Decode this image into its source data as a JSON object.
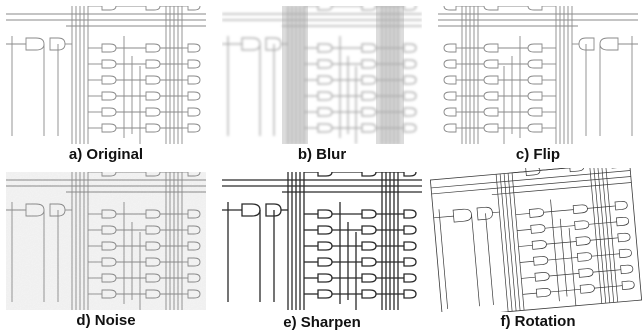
{
  "panels": [
    {
      "id": "a",
      "caption": "a) Original"
    },
    {
      "id": "b",
      "caption": "b) Blur"
    },
    {
      "id": "c",
      "caption": "c) Flip"
    },
    {
      "id": "d",
      "caption": "d) Noise"
    },
    {
      "id": "e",
      "caption": "e) Sharpen"
    },
    {
      "id": "f",
      "caption": "f) Rotation"
    }
  ]
}
